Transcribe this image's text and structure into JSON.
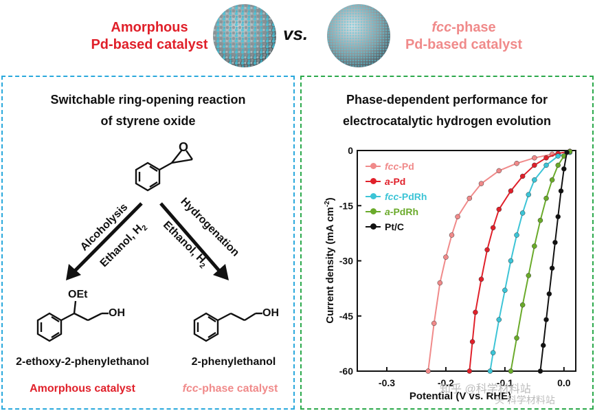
{
  "header": {
    "left_line1": "Amorphous",
    "left_line2": "Pd-based catalyst",
    "vs": "vs.",
    "right_em": "fcc",
    "right_line1_rest": "-phase",
    "right_line2": "Pd-based catalyst"
  },
  "left_panel": {
    "title_line1": "Switchable ring-opening reaction",
    "title_line2": "of styrene oxide",
    "left_arrow_top": "Alcoholysis",
    "left_arrow_bottom": "Ethanol, H",
    "right_arrow_top": "Hydrogenation",
    "right_arrow_bottom": "Ethanol, H",
    "subscript": "2",
    "oet_label": "OEt",
    "oh_label": "OH",
    "product_left_name": "2-ethoxy-2-phenylethanol",
    "product_right_name": "2-phenylethanol",
    "catalyst_left": "Amorphous catalyst",
    "catalyst_right_em": "fcc",
    "catalyst_right_rest": "-phase catalyst"
  },
  "right_panel": {
    "title_line1": "Phase-dependent performance for",
    "title_line2": "electrocatalytic hydrogen evolution"
  },
  "watermark": {
    "text1": "知乎 @科学材料站",
    "text2": "头 科学材料站"
  },
  "colors": {
    "blue_border": "#29a8dc",
    "green_border": "#2aa84a",
    "red": "#e0202a",
    "pink": "#f08a8a"
  },
  "chart_data": {
    "type": "line",
    "xlabel": "Potential (V vs. RHE)",
    "ylabel_main": "Current density (mA cm",
    "ylabel_sup": "-2",
    "ylabel_end": ")",
    "xlim": [
      -0.35,
      0.02
    ],
    "ylim": [
      -60,
      0
    ],
    "xticks": [
      "-0.3",
      "-0.2",
      "-0.1",
      "0.0"
    ],
    "xtick_values": [
      -0.3,
      -0.2,
      -0.1,
      0.0
    ],
    "yticks": [
      "0",
      "-15",
      "-30",
      "-45",
      "-60"
    ],
    "ytick_values": [
      0,
      -15,
      -30,
      -45,
      -60
    ],
    "series": [
      {
        "name_em": "fcc",
        "name_rest": "-Pd",
        "color": "#f08a8a",
        "x": [
          0.01,
          -0.02,
          -0.05,
          -0.08,
          -0.11,
          -0.14,
          -0.16,
          -0.18,
          -0.19,
          -0.2,
          -0.21,
          -0.22,
          -0.23
        ],
        "y": [
          -0.3,
          -1,
          -2,
          -3.5,
          -5.5,
          -9,
          -13,
          -18,
          -23,
          -29,
          -36,
          -47,
          -60
        ]
      },
      {
        "name_em": "a",
        "name_rest": "-Pd",
        "color": "#e0202a",
        "x": [
          0.01,
          -0.01,
          -0.03,
          -0.05,
          -0.07,
          -0.09,
          -0.11,
          -0.12,
          -0.13,
          -0.14,
          -0.15,
          -0.155,
          -0.16
        ],
        "y": [
          -0.2,
          -0.8,
          -2,
          -4,
          -7,
          -11,
          -16,
          -21,
          -27,
          -35,
          -44,
          -52,
          -60
        ]
      },
      {
        "name_em": "fcc",
        "name_rest": "-PdRh",
        "color": "#3cc4d6",
        "x": [
          0.01,
          -0.01,
          -0.03,
          -0.05,
          -0.06,
          -0.07,
          -0.08,
          -0.09,
          -0.1,
          -0.11,
          -0.12,
          -0.125
        ],
        "y": [
          -0.5,
          -1.5,
          -4,
          -8,
          -12,
          -17,
          -23,
          -30,
          -38,
          -46,
          -55,
          -60
        ]
      },
      {
        "name_em": "a",
        "name_rest": "-PdRh",
        "color": "#6aaa2a",
        "x": [
          0.01,
          0.0,
          -0.01,
          -0.02,
          -0.03,
          -0.04,
          -0.05,
          -0.06,
          -0.07,
          -0.08,
          -0.09
        ],
        "y": [
          -0.3,
          -1.5,
          -4,
          -8,
          -13,
          -19,
          -26,
          -34,
          -42,
          -51,
          -60
        ]
      },
      {
        "name_em": "",
        "name_rest": "Pt/C",
        "color": "#111111",
        "x": [
          0.005,
          0.0,
          -0.005,
          -0.01,
          -0.015,
          -0.02,
          -0.025,
          -0.03,
          -0.035,
          -0.04
        ],
        "y": [
          -0.5,
          -5,
          -11,
          -18,
          -25,
          -32,
          -39,
          -46,
          -53,
          -60
        ]
      }
    ]
  }
}
